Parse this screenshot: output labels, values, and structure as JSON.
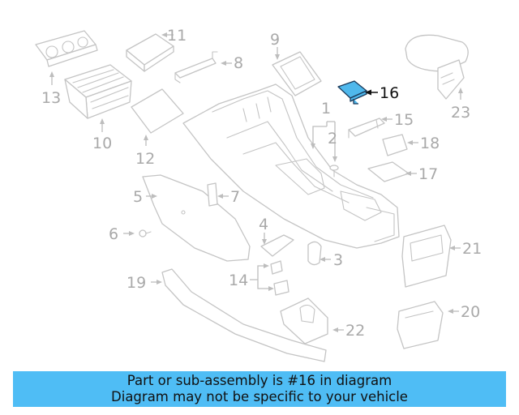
{
  "banner": {
    "line1": "Part or sub-assembly is #16 in diagram",
    "line2": "Diagram may not be specific to your vehicle",
    "background": "#4fbdf5"
  },
  "highlight": {
    "part": "16",
    "color": "#4fb8ec"
  },
  "callouts": {
    "c1": "1",
    "c2": "2",
    "c3": "3",
    "c4": "4",
    "c5": "5",
    "c6": "6",
    "c7": "7",
    "c8": "8",
    "c9": "9",
    "c10": "10",
    "c11": "11",
    "c12": "12",
    "c13": "13",
    "c14": "14",
    "c15": "15",
    "c16": "16",
    "c17": "17",
    "c18": "18",
    "c19": "19",
    "c20": "20",
    "c21": "21",
    "c22": "22",
    "c23": "23"
  }
}
